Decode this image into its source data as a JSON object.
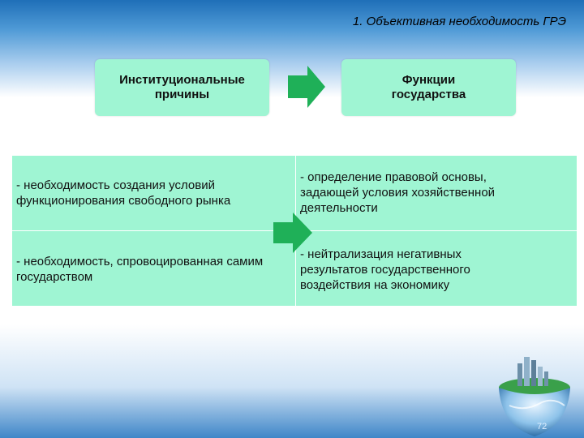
{
  "slide": {
    "title": "1. Объективная необходимость ГРЭ",
    "page_number": "72"
  },
  "headers": {
    "left": "Институциональные\nпричины",
    "right": "Функции\nгосударства"
  },
  "rows": [
    {
      "left": "- необходимость создания условий функционирования свободного рынка",
      "right": "- определение правовой основы, задающей условия хозяйственной деятельности"
    },
    {
      "left": "- необходимость, спровоцированная самим государством",
      "right": "- нейтрализация негативных результатов государственного воздействия на экономику"
    }
  ],
  "colors": {
    "box_fill": "#9ff5d3",
    "arrow_fill": "#1fb058"
  },
  "icons": [
    "arrow-right-icon",
    "globe-city-icon"
  ]
}
